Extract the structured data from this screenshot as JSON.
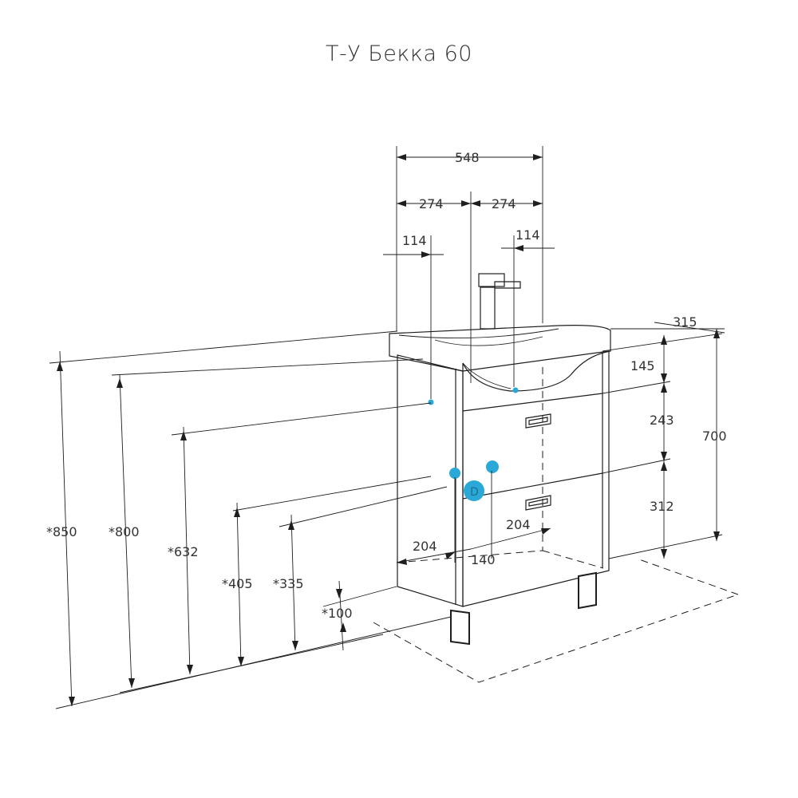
{
  "title": "Т-У Бекка 60",
  "dimensions": {
    "total_width": "548",
    "half_left": "274",
    "half_right": "274",
    "offset_left": "114",
    "offset_right": "114",
    "depth": "315",
    "top_to_drawer": "145",
    "drawer_upper": "243",
    "drawer_lower": "312",
    "total_height": "700",
    "h850": "*850",
    "h800": "*800",
    "h632": "*632",
    "h405": "*405",
    "h335": "*335",
    "h100": "*100",
    "floor_left": "204",
    "floor_right": "204",
    "floor_center": "140"
  },
  "colors": {
    "line": "#1e1e1e",
    "connection": "#2aa8d8",
    "text": "#333333"
  }
}
